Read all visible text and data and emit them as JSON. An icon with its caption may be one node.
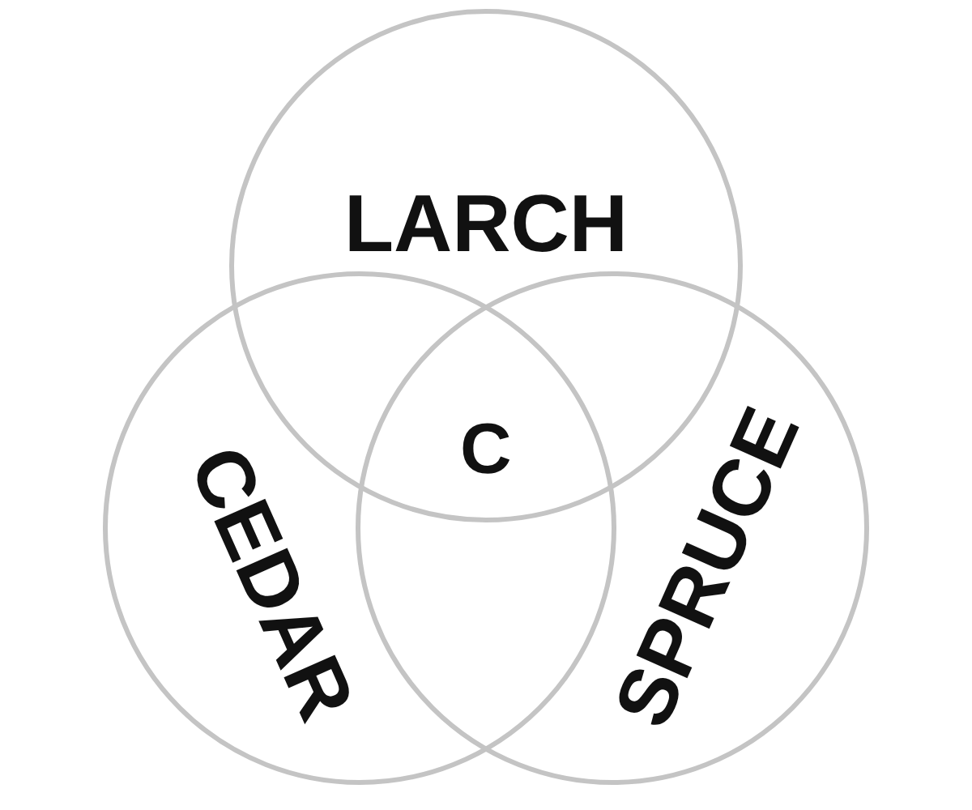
{
  "diagram": {
    "nodes": [
      {
        "text": [
          "LARCH"
        ]
      },
      {
        "text": [
          "CEDAR"
        ]
      },
      {
        "text": [
          "SPRUCE"
        ]
      }
    ],
    "labels": [
      "C"
    ]
  }
}
